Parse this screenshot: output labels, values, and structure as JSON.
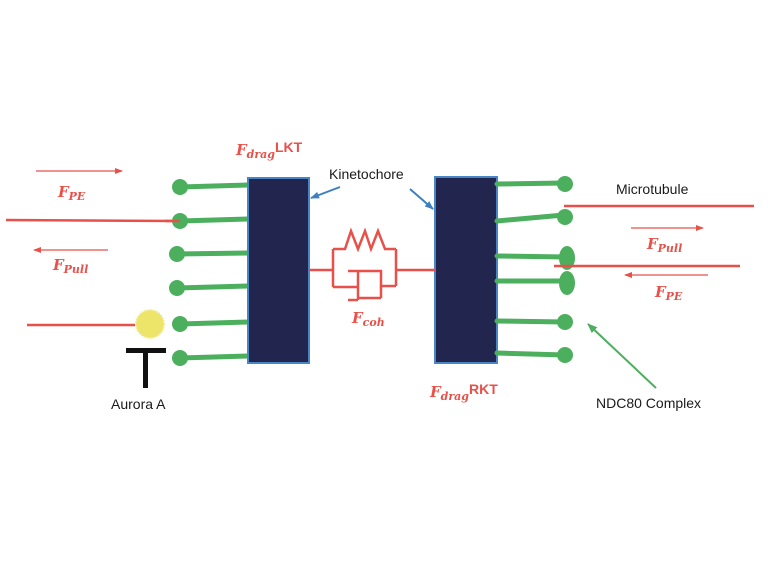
{
  "diagram": {
    "labels": {
      "kinetochore": "Kinetochore",
      "microtubule": "Microtubule",
      "aurora_a": "Aurora A",
      "ndc80": "NDC80 Complex"
    },
    "forces": {
      "left_pe": {
        "symbol": "F",
        "sub": "PE"
      },
      "left_pull": {
        "symbol": "F",
        "sub": "Pull"
      },
      "right_pull": {
        "symbol": "F",
        "sub": "Pull"
      },
      "right_pe": {
        "symbol": "F",
        "sub": "PE"
      },
      "drag_lkt": {
        "symbol": "F",
        "sub": "drag",
        "suffix": "LKT"
      },
      "drag_rkt": {
        "symbol": "F",
        "sub": "drag",
        "suffix": "RKT"
      },
      "coh": {
        "symbol": "F",
        "sub": "coh"
      }
    },
    "colors": {
      "kinetochore_fill": "#22264f",
      "kinetochore_border": "#4a86c5",
      "ndc80_green": "#4caf5e",
      "force_red": "#e8504a",
      "aurora_yellow": "#ede46a",
      "pointer_blue": "#3d7fc0"
    }
  }
}
